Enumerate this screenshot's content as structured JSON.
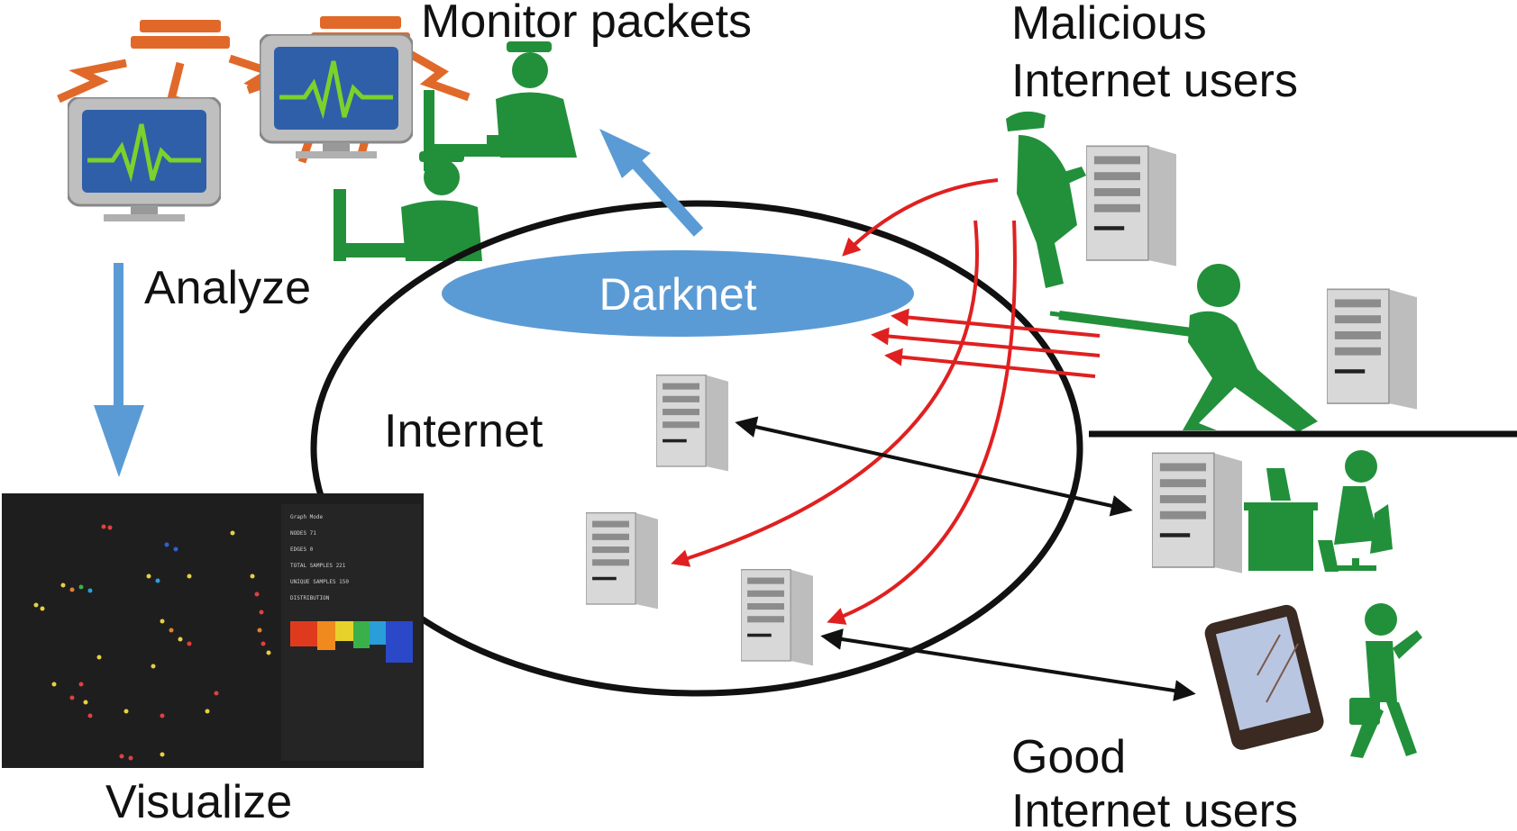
{
  "labels": {
    "monitor": "Monitor packets",
    "malicious_line1": "Malicious",
    "malicious_line2": "Internet users",
    "analyze": "Analyze",
    "darknet": "Darknet",
    "internet": "Internet",
    "visualize": "Visualize",
    "good_line1": "Good",
    "good_line2": "Internet users"
  },
  "viz_panel": {
    "title": "Graph Mode",
    "rows": [
      "NODES 71",
      "EDGES 0",
      "TOTAL SAMPLES 221",
      "UNIQUE SAMPLES 150",
      "DISTRIBUTION"
    ]
  },
  "icons": {
    "alarm": "alarm-light-icon",
    "monitor_screen": "monitor-screen-icon",
    "operator": "operator-icon",
    "server": "server-tower-icon",
    "attacker": "attacker-icon",
    "worker": "desk-worker-icon",
    "tablet": "tablet-icon",
    "traveler": "traveler-icon"
  },
  "colors": {
    "person_green": "#22903a",
    "arrow_blue": "#5b9bd5",
    "attack_red": "#e02020",
    "monitor_orange": "#e0692a",
    "darknet_blue": "#5b9bd5"
  }
}
